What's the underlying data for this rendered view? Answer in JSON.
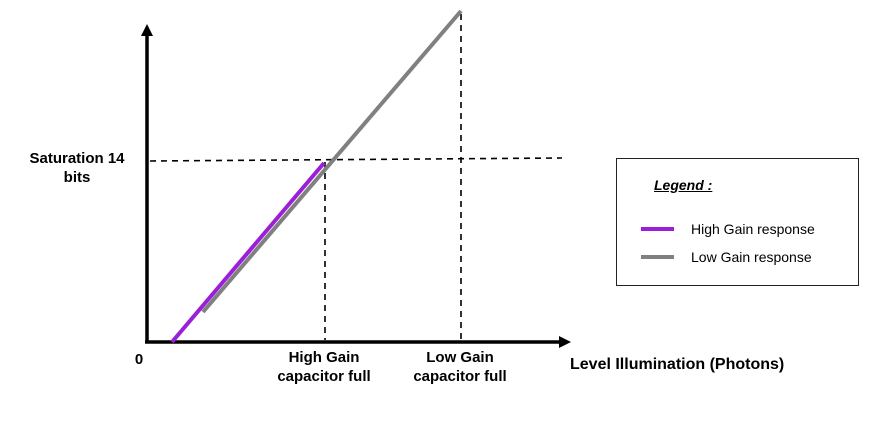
{
  "diagram": {
    "y_tick_label": "Saturation 14 bits",
    "origin_label": "0",
    "x_marker_1": "High Gain capacitor full",
    "x_marker_2": "Low Gain capacitor full",
    "x_axis_label": "Level Illumination (Photons)"
  },
  "legend": {
    "title": "Legend :",
    "items": [
      {
        "label": "High Gain response",
        "color": "#9B1FD6"
      },
      {
        "label": "Low Gain response",
        "color": "#808080"
      }
    ]
  },
  "colors": {
    "axis": "#000000",
    "high_gain": "#9B1FD6",
    "low_gain": "#808080",
    "dashed": "#000000"
  }
}
